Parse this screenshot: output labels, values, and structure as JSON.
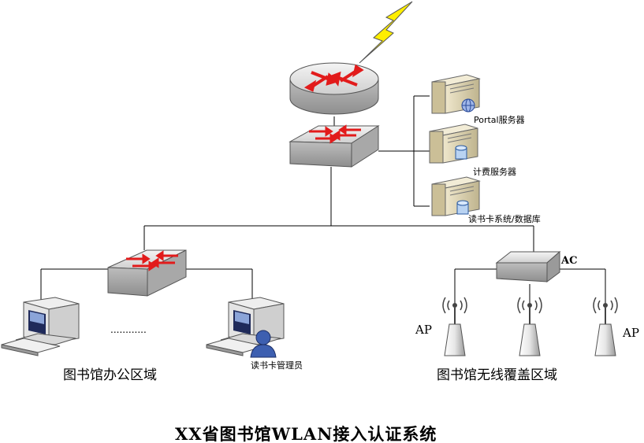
{
  "labels": {
    "portal_server": "Portal服务器",
    "billing_server": "计费服务器",
    "card_system": "读书卡系统/数据库",
    "card_admin": "读书卡管理员",
    "office_area": "图书馆办公区域",
    "wireless_area": "图书馆无线覆盖区域",
    "ac": "AC",
    "ap_left": "AP",
    "ap_right": "AP",
    "ellipsis": "............"
  },
  "title": "XX省图书馆WLAN接入认证系统",
  "icons": [
    "lightning-icon",
    "router-icon",
    "core-switch-icon",
    "server-icon",
    "access-switch-icon",
    "desktop-computer-icon",
    "user-icon",
    "ac-controller-icon",
    "wireless-ap-icon"
  ],
  "colors": {
    "arrow_red": "#e21b1b",
    "device_gray": "#c9c9c9",
    "server_tan": "#e3d9b8",
    "lightning_yellow": "#ffee00",
    "ap_signal": "#444444"
  }
}
